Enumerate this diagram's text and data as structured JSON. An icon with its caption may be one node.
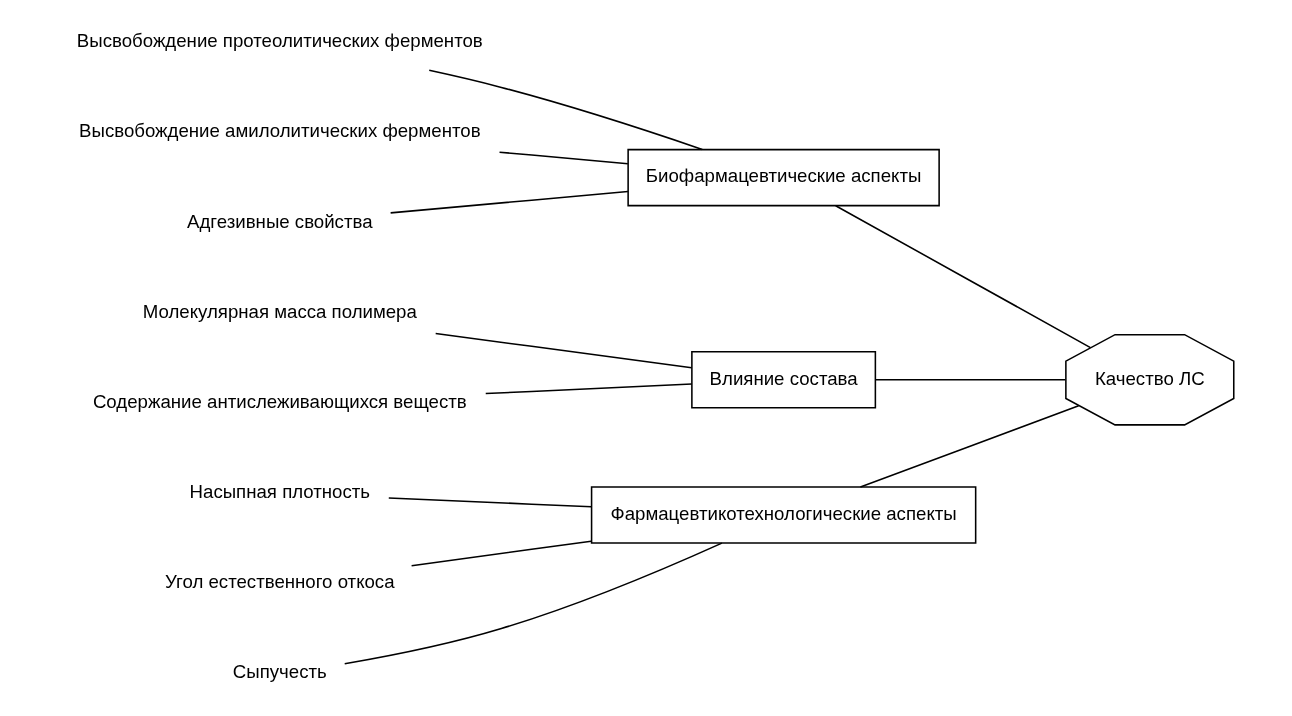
{
  "diagram": {
    "nodes": [
      {
        "text": [
          "Фармацевтикотехнологические аспекты"
        ]
      },
      {
        "text": [
          "Насыпная плотность"
        ]
      },
      {
        "text": [
          "Угол естественного откоса"
        ]
      },
      {
        "text": [
          "Сыпучесть"
        ]
      },
      {
        "text": [
          "Биофармацевтические аспекты"
        ]
      },
      {
        "text": [
          "Высвобождение протеолитических ферментов"
        ]
      },
      {
        "text": [
          "Высвобождение амилолитических ферментов"
        ]
      },
      {
        "text": [
          "Адгезивные свойства"
        ]
      },
      {
        "text": [
          "Качество ЛС"
        ]
      },
      {
        "text": [
          "Молекулярная масса полимера"
        ]
      },
      {
        "text": [
          "Содержание антислеживающихся веществ"
        ]
      },
      {
        "text": [
          "Влияние состава"
        ]
      }
    ],
    "edges": [
      {
        "from": 1,
        "to": 0,
        "arrow": "none"
      },
      {
        "from": 2,
        "to": 0,
        "arrow": "none"
      },
      {
        "from": 3,
        "to": 0,
        "arrow": "none"
      },
      {
        "from": 5,
        "to": 4,
        "arrow": "none"
      },
      {
        "from": 6,
        "to": 4,
        "arrow": "none"
      },
      {
        "from": 7,
        "to": 4,
        "arrow": "none"
      },
      {
        "from": 0,
        "to": 8,
        "arrow": "none"
      },
      {
        "from": 4,
        "to": 8,
        "arrow": "none"
      },
      {
        "from": 9,
        "to": 11,
        "arrow": "none"
      },
      {
        "from": 10,
        "to": 11,
        "arrow": "none"
      },
      {
        "from": 11,
        "to": 8,
        "arrow": "none"
      }
    ]
  }
}
